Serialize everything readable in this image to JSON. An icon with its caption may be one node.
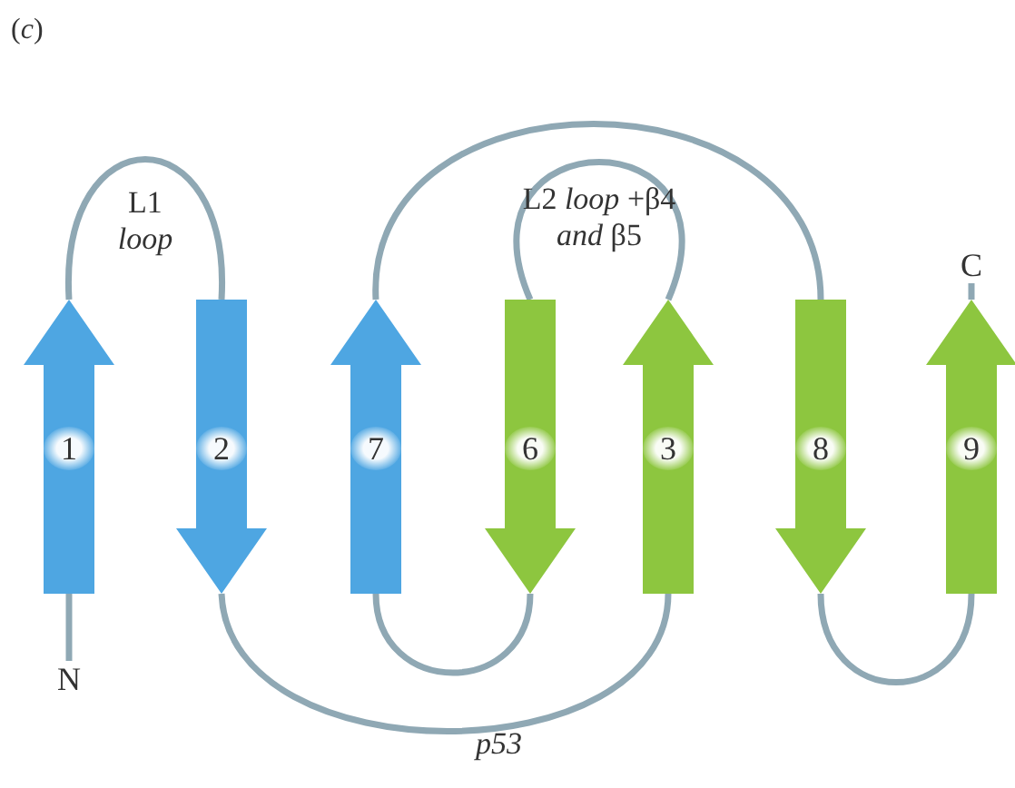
{
  "diagram": {
    "caption": "p53",
    "nodes": [
      {
        "text": [
          "N"
        ]
      },
      {
        "text": [
          "1"
        ]
      },
      {
        "text": [
          "2"
        ]
      },
      {
        "text": [
          "7"
        ]
      },
      {
        "text": [
          "6"
        ]
      },
      {
        "text": [
          "3"
        ]
      },
      {
        "text": [
          "8"
        ]
      },
      {
        "text": [
          "9"
        ]
      },
      {
        "text": [
          "C"
        ]
      }
    ],
    "edges": [
      {
        "from": 0,
        "to": 1,
        "arrow": "none"
      },
      {
        "from": 1,
        "to": 2,
        "arrow": "none",
        "label": "L1 *loop*"
      },
      {
        "from": 2,
        "to": 5,
        "arrow": "none"
      },
      {
        "from": 5,
        "to": 4,
        "arrow": "none",
        "label": "L2 *loop* +β4 *and* β5"
      },
      {
        "from": 4,
        "to": 3,
        "arrow": "none"
      },
      {
        "from": 3,
        "to": 6,
        "arrow": "none"
      },
      {
        "from": 6,
        "to": 7,
        "arrow": "none"
      },
      {
        "from": 7,
        "to": 8,
        "arrow": "none"
      }
    ],
    "labels": [
      "(*c*)"
    ]
  }
}
